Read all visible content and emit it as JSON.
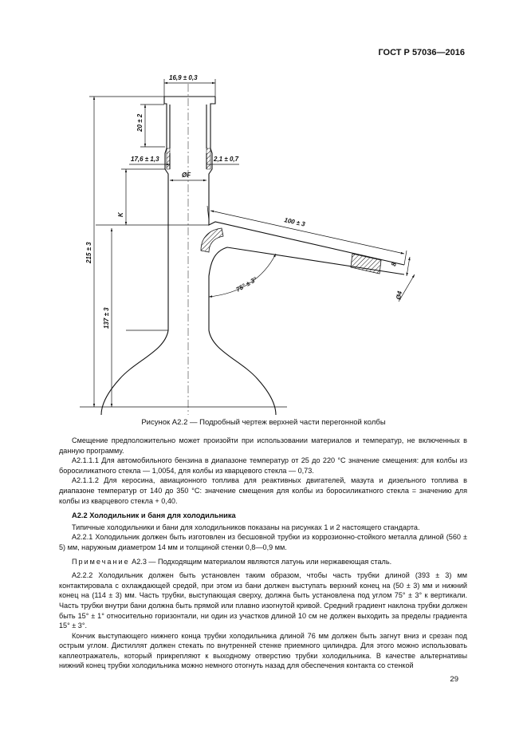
{
  "header": {
    "doc_code": "ГОСТ Р 57036—2016"
  },
  "figure": {
    "dims": {
      "top_width": "16,9 ± 0,3",
      "neck_height": "20 ± 2",
      "inner_diameter": "17,6 ± 1,3",
      "wall_thickness": "2,1 ± 0,7",
      "diameter_f": "ØF",
      "k_label": "K",
      "total_height": "215 ± 3",
      "bulb_height": "137 ± 3",
      "tube_length": "100 ± 3",
      "tube_end": "8",
      "tube_diameter": "Ø4",
      "angle": "75° ± 3°"
    },
    "caption": "Рисунок А2.2 — Подробный чертеж верхней части перегонной колбы"
  },
  "text": {
    "p1": "Смещение предположительно может произойти при использовании материалов и температур, не включенных в данную программу.",
    "p2": "А2.1.1.1 Для автомобильного бензина в диапазоне температур от 25 до 220 °С значение смещения: для колбы из боросиликатного стекла — 1,0054, для колбы из кварцевого стекла — 0,73.",
    "p3": "А2.1.1.2 Для керосина, авиационного топлива для реактивных двигателей, мазута и дизельного топлива в диапазоне температур от 140 до 350 °С: значение смещения для колбы из боросиликатного стекла = значению для колбы из кварцевого стекла + 0,40.",
    "h_a22": "А2.2 Холодильник и баня для холодильника",
    "p4": "Типичные холодильники и бани для холодильников показаны на рисунках 1 и 2 настоящего стандарта.",
    "p5": "А2.2.1 Холодильник должен быть изготовлен из бесшовной трубки из коррозионно-стойкого металла длиной (560 ± 5) мм, наружным диаметром 14 мм и толщиной стенки 0,8—0,9 мм.",
    "note_label": "Примечание",
    "note_text": " А2.3 — Подходящим материалом являются латунь или нержавеющая сталь.",
    "p6": "А2.2.2 Холодильник должен быть установлен таким образом, чтобы часть трубки длиной (393 ± 3) мм контактировала с охлаждающей средой, при этом из бани должен выступать верхний конец на (50 ± 3) мм и нижний конец на (114 ± 3) мм. Часть трубки, выступающая сверху, должна быть установлена под углом 75° ± 3° к вертикали. Часть трубки внутри бани должна быть прямой или плавно изогнутой кривой. Средний градиент наклона трубки должен быть 15° ± 1° относительно горизонтали, ни один из участков длиной 10 см не должен выходить за пределы градиента 15° ± 3°.",
    "p7": "Кончик выступающего нижнего конца трубки холодильника длиной 76 мм должен быть загнут вниз и срезан под острым углом. Дистиллят должен стекать по внутренней стенке приемного цилиндра. Для этого можно использовать каплеотражатель, который прикрепляют к выходному отверстию трубки холодильника. В качестве альтернативы нижний конец трубки холодильника можно немного отогнуть назад для обеспечения контакта со стенкой"
  },
  "footer": {
    "page_number": "29"
  }
}
